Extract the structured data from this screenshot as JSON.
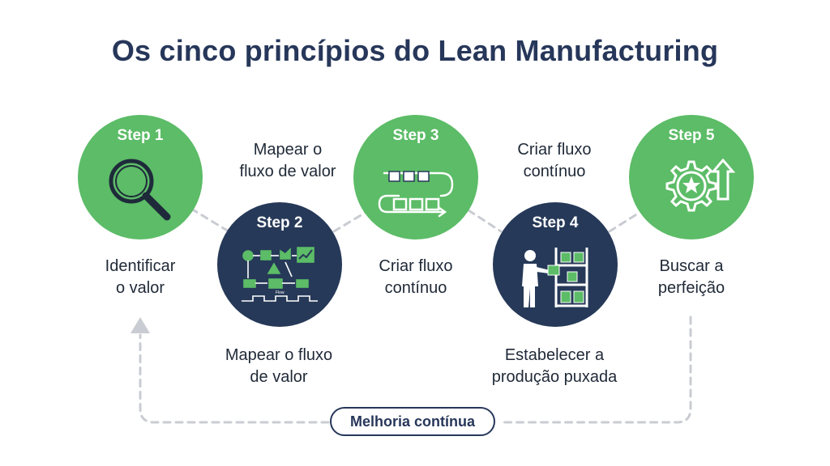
{
  "title": "Os cinco princípios do Lean Manufacturing",
  "colors": {
    "green": "#5cbc67",
    "navy": "#263958",
    "title": "#27375a",
    "connector": "#c9ccd2"
  },
  "steps": [
    {
      "label": "Step 1",
      "icon": "magnifier-icon",
      "caption": "Identificar\no valor"
    },
    {
      "label": "Step 2",
      "icon": "value-stream-map-icon",
      "caption": "Mapear o fluxo\nde valor"
    },
    {
      "label": "Step 3",
      "icon": "continuous-flow-icon",
      "caption": "Criar fluxo\ncontínuo"
    },
    {
      "label": "Step 4",
      "icon": "worker-shelves-icon",
      "caption": "Estabelecer a\nprodução puxada"
    },
    {
      "label": "Step 5",
      "icon": "gear-star-arrow-icon",
      "caption": "Buscar a\nperfeição"
    }
  ],
  "extra_captions": [
    "Mapear o\nfluxo de valor",
    "Criar fluxo\ncontínuo"
  ],
  "loop_label": "Melhoria contínua",
  "map_mini_text": "Flow"
}
